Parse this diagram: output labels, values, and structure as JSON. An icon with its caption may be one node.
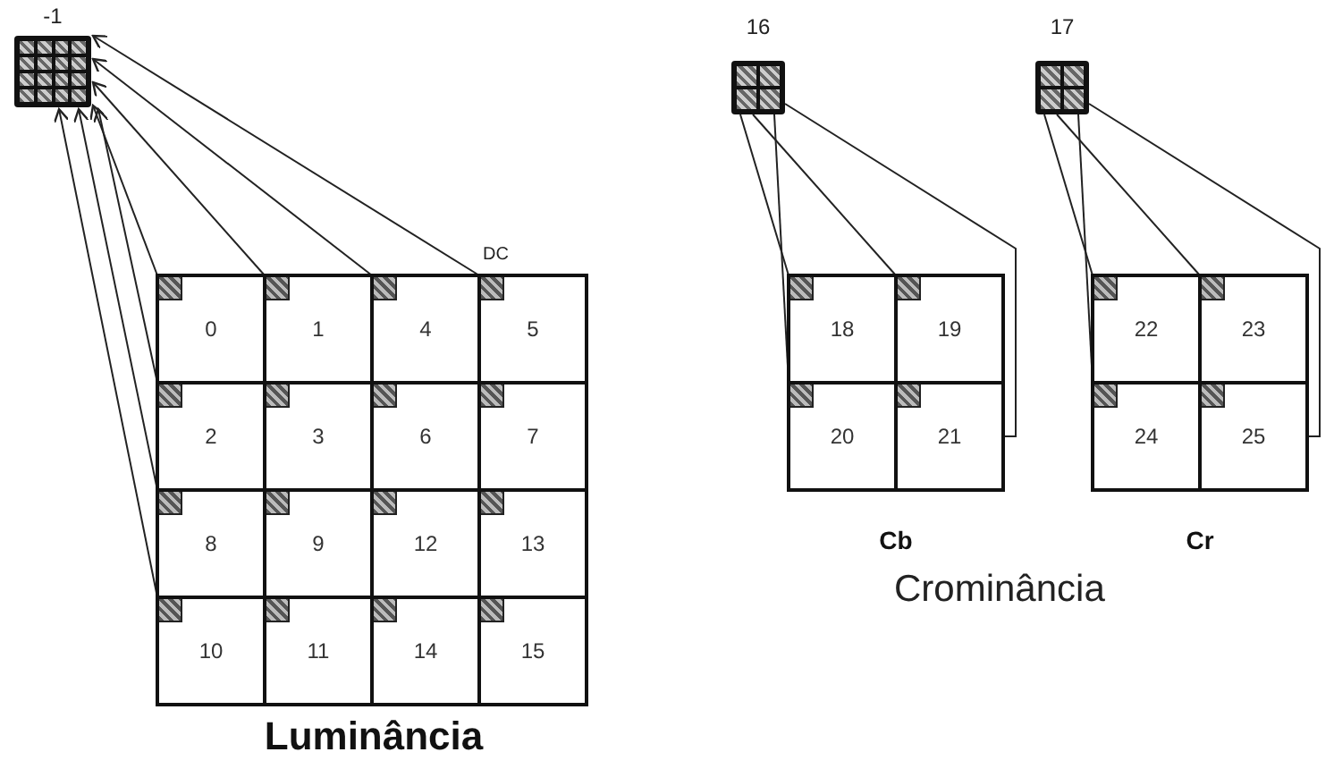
{
  "diagram": {
    "nodes": [
      {
        "text": [
          "-1"
        ]
      },
      {
        "text": [
          "Luminância"
        ]
      },
      {
        "text": [
          "0"
        ],
        "in": 1
      },
      {
        "text": [
          "1"
        ],
        "in": 1
      },
      {
        "text": [
          "4"
        ],
        "in": 1
      },
      {
        "text": [
          "5"
        ],
        "in": 1
      },
      {
        "text": [
          "2"
        ],
        "in": 1
      },
      {
        "text": [
          "3"
        ],
        "in": 1
      },
      {
        "text": [
          "6"
        ],
        "in": 1
      },
      {
        "text": [
          "7"
        ],
        "in": 1
      },
      {
        "text": [
          "8"
        ],
        "in": 1
      },
      {
        "text": [
          "9"
        ],
        "in": 1
      },
      {
        "text": [
          "12"
        ],
        "in": 1
      },
      {
        "text": [
          "13"
        ],
        "in": 1
      },
      {
        "text": [
          "10"
        ],
        "in": 1
      },
      {
        "text": [
          "11"
        ],
        "in": 1
      },
      {
        "text": [
          "14"
        ],
        "in": 1
      },
      {
        "text": [
          "15"
        ],
        "in": 1
      },
      {
        "text": [
          "16"
        ]
      },
      {
        "text": [
          "17"
        ]
      },
      {
        "text": [
          "Cb"
        ]
      },
      {
        "text": [
          "18"
        ],
        "in": 20
      },
      {
        "text": [
          "19"
        ],
        "in": 20
      },
      {
        "text": [
          "20"
        ],
        "in": 20
      },
      {
        "text": [
          "21"
        ],
        "in": 20
      },
      {
        "text": [
          "Cr"
        ]
      },
      {
        "text": [
          "22"
        ],
        "in": 25
      },
      {
        "text": [
          "23"
        ],
        "in": 25
      },
      {
        "text": [
          "24"
        ],
        "in": 25
      },
      {
        "text": [
          "25"
        ],
        "in": 25
      }
    ],
    "edges": [
      {
        "from": 5,
        "to": 0,
        "arrow": "to"
      },
      {
        "from": 4,
        "to": 0,
        "arrow": "to"
      },
      {
        "from": 3,
        "to": 0,
        "arrow": "to"
      },
      {
        "from": 2,
        "to": 0,
        "arrow": "to"
      },
      {
        "from": 6,
        "to": 0,
        "arrow": "to"
      },
      {
        "from": 10,
        "to": 0,
        "arrow": "to"
      },
      {
        "from": 14,
        "to": 0,
        "arrow": "to"
      },
      {
        "from": 18,
        "to": 21,
        "arrow": "none"
      },
      {
        "from": 18,
        "to": 22,
        "arrow": "none"
      },
      {
        "from": 18,
        "to": 23,
        "arrow": "none"
      },
      {
        "from": 18,
        "to": 24,
        "arrow": "none"
      },
      {
        "from": 19,
        "to": 26,
        "arrow": "none"
      },
      {
        "from": 19,
        "to": 27,
        "arrow": "none"
      },
      {
        "from": 19,
        "to": 28,
        "arrow": "none"
      },
      {
        "from": 19,
        "to": 29,
        "arrow": "none"
      }
    ],
    "labels": [
      "DC",
      "Crominância"
    ]
  }
}
